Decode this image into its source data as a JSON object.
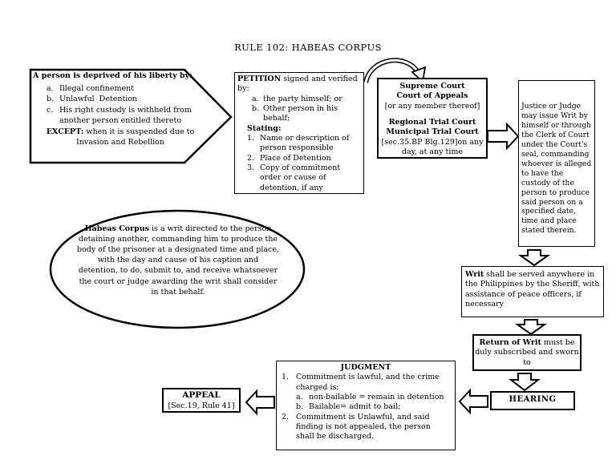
{
  "page": {
    "title": "RULE 102: HABEAS CORPUS",
    "background": "#ffffff",
    "ink": "#000000"
  },
  "arrows": [
    "deprivation-to-petition",
    "petition-to-courts",
    "courts-to-issuance",
    "issuance-to-service",
    "service-to-return",
    "return-to-hearing",
    "hearing-to-judgment",
    "judgment-to-appeal"
  ],
  "deprivation": {
    "heading": "A person is deprived of his liberty by:",
    "markers": [
      "a.",
      "b.",
      "c."
    ],
    "items": [
      "Illegal confinement",
      "Unlawful  Detention",
      "His right custody is withheld from another person entitled thereto"
    ],
    "except_lead": "EXCEPT:",
    "except_rest": " when it is suspended due to Invasion and Rebellion"
  },
  "petition": {
    "lead": "PETITION",
    "rest": " signed and verified by:",
    "who_markers": [
      "a.",
      "b."
    ],
    "who": [
      "the party himself; or",
      "Other person in his behalf;"
    ],
    "stating_label": "Stating:",
    "stating_markers": [
      "1.",
      "2.",
      "3."
    ],
    "stating": [
      "Name or description of person responsible",
      "Place of Detention",
      "Copy of commitment order or cause of detention, if any"
    ]
  },
  "courts": {
    "line1": "Supreme Court",
    "line2": "Court of Appeals",
    "line3": "[or any member thereof]",
    "line4": "Regional Trial Court",
    "line5": "Municipal Trial Court",
    "line6": "[sec.35.BP Blg.129]on any day, at any time"
  },
  "issuance": {
    "text": "Justice or Judge may issue Writ by himself or through the Clerk of Court under the Court's seal, commanding whoever is alleged to have the custody of the person to produce said person on a specified date, time and place stated therein."
  },
  "definition": {
    "lead": "Habeas Corpus",
    "rest": " is a writ directed to the person detaining another, commanding him to produce the body of the prisoner at a designated time and place, with the day and cause of his caption and detention, to do, submit to, and receive whatsoever the court or judge awarding the writ shall consider in that behalf."
  },
  "service": {
    "lead": "Writ",
    "rest": " shall be served anywhere in the Philippines by the Sheriff, with assistance of peace officers, if necessary"
  },
  "return_of_writ": {
    "lead": "Return of Writ",
    "rest": " must be duly subscribed and sworn to"
  },
  "hearing": {
    "label": "HEARING"
  },
  "judgment": {
    "heading": "JUDGMENT",
    "markers": [
      "1.",
      "2."
    ],
    "item1": "Commitment is lawful, and the crime charged is;",
    "sub_markers": [
      "a.",
      "b."
    ],
    "item1a": "non-bailable = remain in detention",
    "item1b": "Bailable= admit to bail;",
    "item2": "Commitment is Unlawful, and said finding is not appealed, the person shall be discharged."
  },
  "appeal": {
    "title": "APPEAL",
    "subtitle": "[Sec.19, Rule 41]"
  }
}
